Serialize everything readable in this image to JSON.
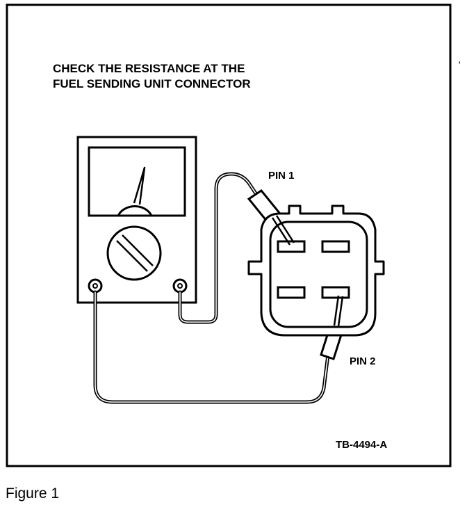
{
  "instruction": {
    "line1": "CHECK THE RESISTANCE AT THE",
    "line2": "FUEL SENDING UNIT CONNECTOR"
  },
  "labels": {
    "pin1": "PIN 1",
    "pin2": "PIN 2",
    "ref_code": "TB-4494-A"
  },
  "caption": "Figure 1",
  "icons": {
    "meter": "ohmmeter-icon",
    "connector": "four-pin-connector-icon"
  }
}
